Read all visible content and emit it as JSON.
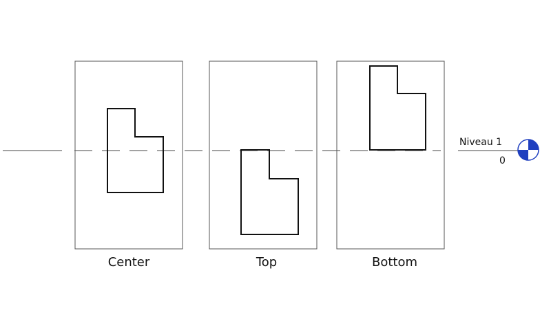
{
  "panels": [
    {
      "label": "Center"
    },
    {
      "label": "Top"
    },
    {
      "label": "Bottom"
    }
  ],
  "level_marker": {
    "name": "Niveau 1",
    "elevation": "0",
    "color_primary": "#1f3fbf",
    "color_secondary": "#ffffff"
  }
}
